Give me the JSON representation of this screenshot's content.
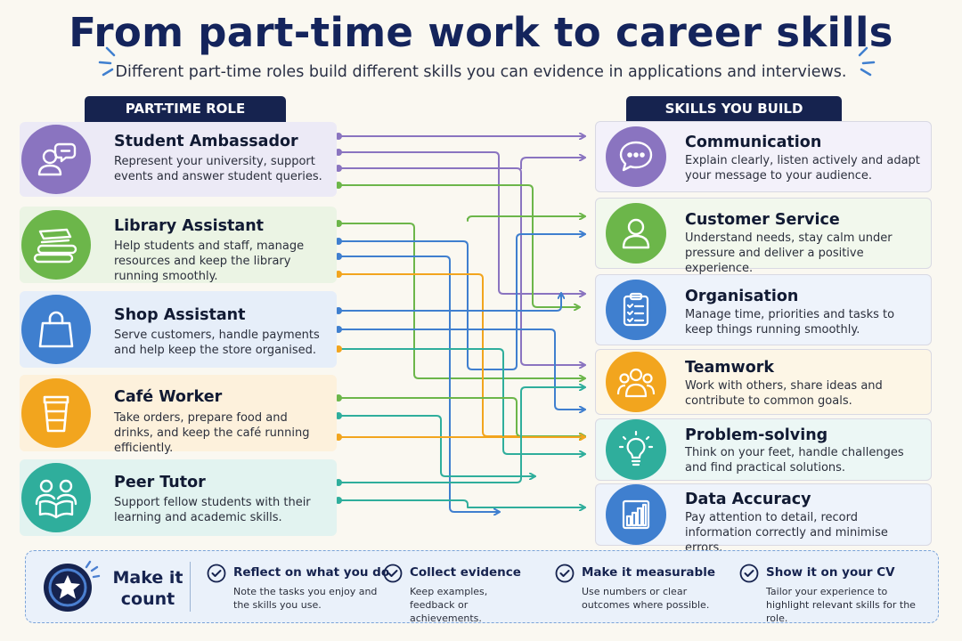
{
  "title": "From part-time work to career skills",
  "subtitle": "Different part-time roles build different skills you can evidence in applications and interviews.",
  "headers": {
    "left": "PART-TIME ROLE",
    "right": "SKILLS YOU BUILD"
  },
  "roles": [
    {
      "title": "Student Ambassador",
      "desc": "Represent your university, support events and answer student queries.",
      "color": "#8a74c0",
      "bg": "#eceaf6",
      "icon": "chat-person-icon"
    },
    {
      "title": "Library Assistant",
      "desc": "Help students and staff, manage resources and keep the library running smoothly.",
      "color": "#6cb64a",
      "bg": "#ebf4e4",
      "icon": "books-icon"
    },
    {
      "title": "Shop Assistant",
      "desc": "Serve customers, handle payments and help keep the store organised.",
      "color": "#3f7fcf",
      "bg": "#e6eef9",
      "icon": "shopping-bag-icon"
    },
    {
      "title": "Café Worker",
      "desc": "Take orders, prepare food and drinks, and keep the café running efficiently.",
      "color": "#f2a51e",
      "bg": "#fdf1dc",
      "icon": "coffee-cup-icon"
    },
    {
      "title": "Peer Tutor",
      "desc": "Support fellow students with their learning and academic skills.",
      "color": "#2fae9c",
      "bg": "#e2f3f0",
      "icon": "tutor-reading-icon"
    }
  ],
  "skills": [
    {
      "title": "Communication",
      "desc": "Explain clearly, listen actively and adapt your message to your audience.",
      "color": "#8a74c0",
      "icon": "speech-bubble-icon"
    },
    {
      "title": "Customer Service",
      "desc": "Understand needs, stay calm under pressure and deliver a positive experience.",
      "color": "#6cb64a",
      "icon": "person-icon"
    },
    {
      "title": "Organisation",
      "desc": "Manage time, priorities and tasks to keep things running smoothly.",
      "color": "#3f7fcf",
      "icon": "clipboard-checklist-icon"
    },
    {
      "title": "Teamwork",
      "desc": "Work with others, share ideas and contribute to common goals.",
      "color": "#f2a51e",
      "icon": "team-icon"
    },
    {
      "title": "Problem-solving",
      "desc": "Think on your feet, handle challenges and find practical solutions.",
      "color": "#2fae9c",
      "icon": "lightbulb-icon"
    },
    {
      "title": "Data Accuracy",
      "desc": "Pay attention to detail, record information correctly and minimise errors.",
      "color": "#3f7fcf",
      "icon": "bar-chart-icon"
    }
  ],
  "footer": {
    "title": "Make it count",
    "items": [
      {
        "head": "Reflect on what you do",
        "desc": "Note the tasks you enjoy and the skills you use."
      },
      {
        "head": "Collect evidence",
        "desc": "Keep examples, feedback or achievements."
      },
      {
        "head": "Make it measurable",
        "desc": "Use numbers or clear outcomes where possible."
      },
      {
        "head": "Show it on your CV",
        "desc": "Tailor your experience to highlight relevant skills for the role."
      }
    ]
  },
  "colors": {
    "navy": "#16234f",
    "purple": "#8a74c0",
    "green": "#6cb64a",
    "blue": "#3f7fcf",
    "orange": "#f2a51e",
    "teal": "#2fae9c"
  }
}
